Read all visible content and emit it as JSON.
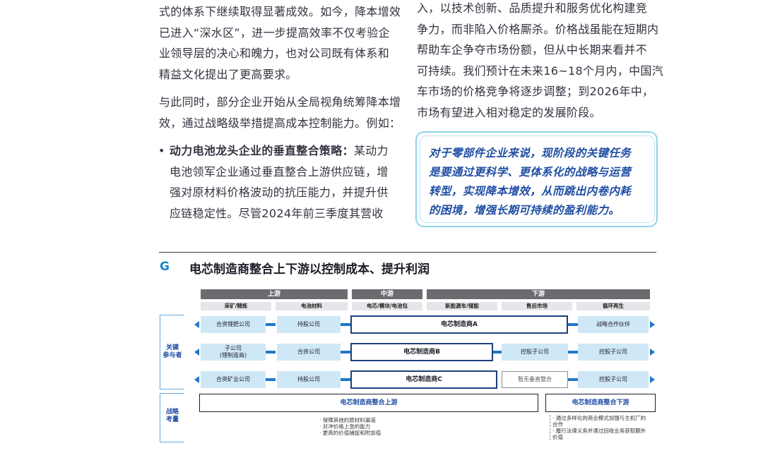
{
  "left_column": {
    "para1": [
      "式的体系下继续取得显著成效。如今，降本增效",
      "已进入“深水区”，进一步提高效率不仅考验企",
      "业领导层的决心和魄力，也对公司既有体系和",
      "精益文化提出了更高要求。"
    ],
    "para2": [
      "与此同时，部分企业开始从全局视角统筹降本增",
      "效，通过战略级举措提高成本控制能力。例如："
    ],
    "bullet": {
      "marker": "•",
      "title": "动力电池龙头企业的垂直整合策略：",
      "line1_rest": "某动力",
      "lines": [
        "电池领军企业通过垂直整合上游供应链，增",
        "强对原材料价格波动的抗压能力，并提升供",
        "应链稳定性。尽管2024年前三季度其营收"
      ]
    }
  },
  "right_column": {
    "para": [
      "入，以技术创新、品质提升和服务优化构建竞",
      "争力，而非陷入价格厮杀。价格战虽能在短期内",
      "帮助车企争夺市场份额，但从中长期来看并不",
      "可持续。我们预计在未来16~18个月内，中国汽",
      "车市场的价格竞争将逐步调整；到2026年中，",
      "市场有望进入相对稳定的发展阶段。"
    ],
    "callout": [
      "对于零部件企业来说，现阶段的关键任务",
      "是要通过更科学、更体系化的战略与运营",
      "转型，实现降本增效，从而跳出内卷内耗",
      "的困境，增强长期可持续的盈利能力。"
    ]
  },
  "figure": {
    "letter": "G",
    "title": "电芯制造商整合上下游以控制成本、提升利润",
    "stages": [
      "上游",
      "中游",
      "下游"
    ],
    "substages": [
      "采矿/精炼",
      "电池材料",
      "电芯/模块/电池包",
      "新能源车/储能",
      "售后市场",
      "循环再生"
    ],
    "side_labels": {
      "players": [
        "关键",
        "参与者"
      ],
      "strategy": [
        "战略",
        "考量"
      ]
    },
    "rows": [
      {
        "mining": "合资锂肥公司",
        "materials": "持股公司",
        "maker": "电芯制造商A",
        "recycling": "战略合作伙伴"
      },
      {
        "mining_lines": [
          "子公司",
          "(锂制造商)"
        ],
        "materials": "合资公司",
        "maker": "电芯制造商B",
        "aftermarket": "控股子公司",
        "recycling": "控股子公司"
      },
      {
        "mining": "合资矿业公司",
        "materials": "持股公司",
        "maker": "电芯制造商C",
        "aftermarket": "暂无垂直整合",
        "recycling": "控股子公司"
      }
    ],
    "strategy": {
      "upstream_label": "电芯制造商整合上游",
      "downstream_label": "电芯制造商整合下游",
      "upstream_notes": [
        "· 保障其他的原材料渠道",
        "· 对冲价格上涨的能力",
        "· 更高的价值捕捉和附加值"
      ],
      "downstream_notes": [
        "· 通过多样化的商业模式加强与主机厂的",
        "  合作",
        "· 履行法律义务并通过回收业务获取额外",
        "  价值"
      ]
    }
  }
}
